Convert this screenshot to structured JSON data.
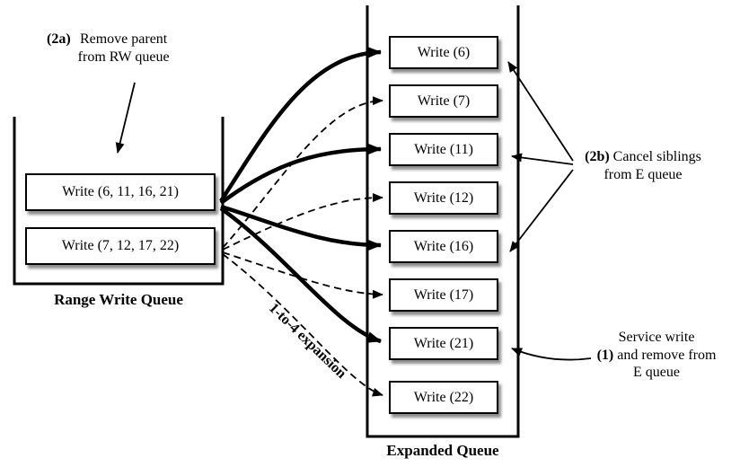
{
  "range_queue": {
    "title": "Range Write Queue",
    "items": [
      "Write (6, 11, 16, 21)",
      "Write (7, 12, 17, 22)"
    ]
  },
  "expanded_queue": {
    "title": "Expanded Queue",
    "items": [
      "Write (6)",
      "Write (7)",
      "Write (11)",
      "Write (12)",
      "Write (16)",
      "Write (17)",
      "Write (21)",
      "Write (22)"
    ]
  },
  "annotations": {
    "remove_parent": {
      "tag": "(2a)",
      "line1": "Remove parent",
      "line2": "from RW queue"
    },
    "cancel_siblings": {
      "tag": "(2b)",
      "line1": "Cancel siblings",
      "line2": "from E queue"
    },
    "service_write": {
      "tag": "(1)",
      "line1": "Service write",
      "line2": "and remove from",
      "line3": "E queue"
    },
    "expansion": "1-to-4 expansion"
  },
  "colors": {
    "stroke": "#000000",
    "box_fill": "#ffffff",
    "shadow_gray": "#555555"
  }
}
